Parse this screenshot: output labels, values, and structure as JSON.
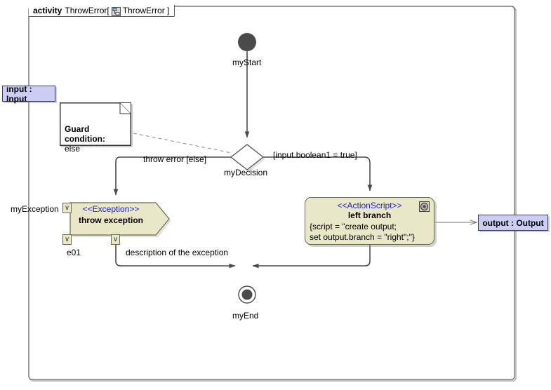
{
  "diagram": {
    "frame": {
      "keyword": "activity",
      "name": "ThrowError[",
      "icon": "activity-diagram-icon",
      "qualifier": "ThrowError ]"
    },
    "nodes": {
      "start": {
        "label": "myStart",
        "name": "initial-node"
      },
      "end": {
        "label": "myEnd",
        "name": "final-node"
      },
      "decision": {
        "label": "myDecision",
        "name": "decision-node"
      },
      "note": {
        "title": "Guard condition:",
        "body": "else"
      },
      "exception": {
        "stereotype": "<<Exception>>",
        "name": "throw exception",
        "left_label": "myException",
        "pin_label": "e01",
        "pin_glyph": "∨"
      },
      "actionscript": {
        "stereotype": "<<ActionScript>>",
        "name": "left branch",
        "script_line1": "{script = \"create output;",
        "script_line2": "set output.branch = \"right\";\"}",
        "icon": "script-gear-icon"
      },
      "input_param": {
        "label": "input : Input"
      },
      "output_param": {
        "label": "output : Output"
      }
    },
    "edges": {
      "else_guard": "throw error [else]",
      "true_guard": "[input.boolean1 = true]",
      "exception_description": "description of the exception"
    },
    "colors": {
      "node_fill": "#e8e8c8",
      "node_border": "#6b6b4d",
      "param_fill": "#ccccf5",
      "stereotype_text": "#2222cc",
      "line": "#4a4a4a",
      "frame_border": "#5a5a5a"
    }
  }
}
